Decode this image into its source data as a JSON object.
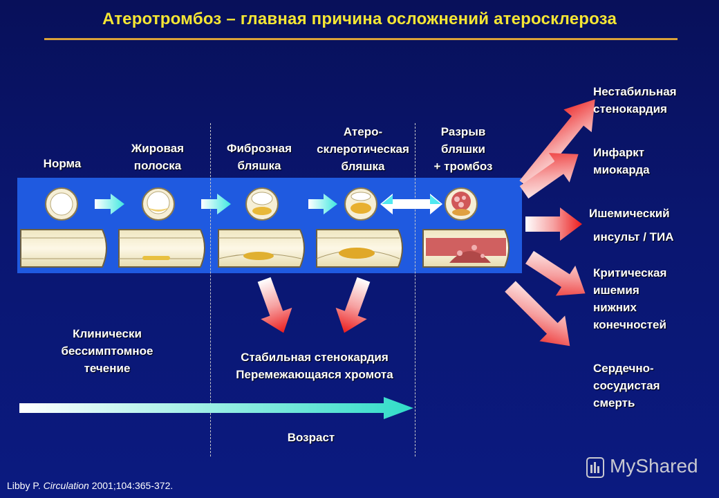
{
  "title": "Атеротромбоз – главная причина осложнений атеросклероза",
  "stages": [
    {
      "line1": "Норма",
      "line2": "",
      "line3": ""
    },
    {
      "line1": "Жировая",
      "line2": "полоска",
      "line3": ""
    },
    {
      "line1": "Фиброзная",
      "line2": "бляшка",
      "line3": ""
    },
    {
      "line1": "Атеро-",
      "line2": "склеротическая",
      "line3": "бляшка"
    },
    {
      "line1": "Разрыв",
      "line2": "бляшки",
      "line3": "+ тромбоз"
    }
  ],
  "outcomes": [
    {
      "line1": "Нестабильная",
      "line2": "стенокардия",
      "line3": "",
      "line4": ""
    },
    {
      "line1": "Инфаркт",
      "line2": "миокарда",
      "line3": "",
      "line4": ""
    },
    {
      "line1": "Ишемический",
      "line2": "инсульт / ТИА",
      "line3": "",
      "line4": ""
    },
    {
      "line1": "Критическая",
      "line2": "ишемия",
      "line3": "нижних",
      "line4": "конечностей"
    },
    {
      "line1": "Сердечно-",
      "line2": "сосудистая",
      "line3": "смерть",
      "line4": ""
    }
  ],
  "clinical_left": {
    "line1": "Клинически",
    "line2": "бессимптомное",
    "line3": "течение"
  },
  "clinical_mid": {
    "line1": "Стабильная стенокардия",
    "line2": "Перемежающаяся хромота"
  },
  "age_label": "Возраст",
  "citation": {
    "author": "Libby P.",
    "journal": "Circulation",
    "rest": "2001;104:365-372."
  },
  "watermark": "MyShared",
  "colors": {
    "title": "#f5e634",
    "band": "#1f5ae0",
    "arrow_red": "#ee2020",
    "arrow_cyan": "#3ae0d0",
    "background": "#0a1670"
  }
}
